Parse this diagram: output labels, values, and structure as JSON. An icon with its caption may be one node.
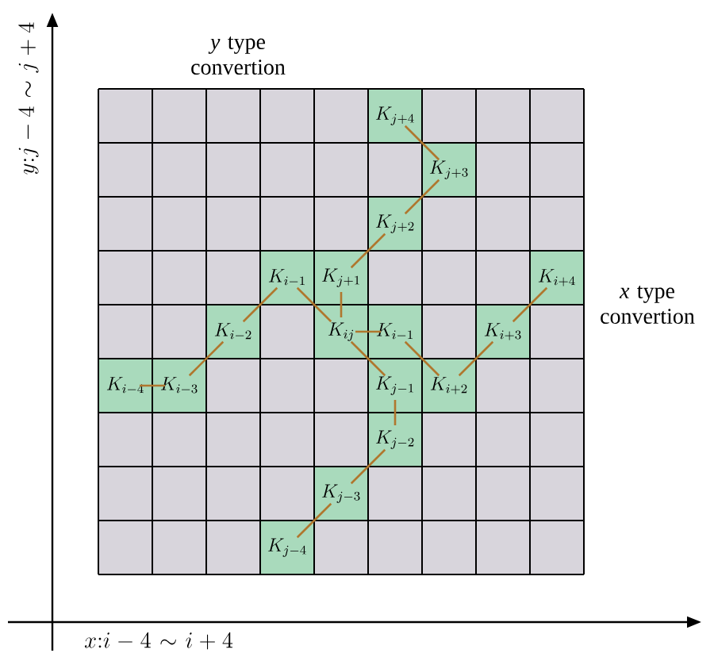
{
  "diagram": {
    "nodes": [
      {
        "text": [
          "K_{j+4}"
        ]
      },
      {
        "text": [
          "K_{j+3}"
        ]
      },
      {
        "text": [
          "K_{j+2}"
        ]
      },
      {
        "text": [
          "K_{i-1}"
        ]
      },
      {
        "text": [
          "K_{j+1}"
        ]
      },
      {
        "text": [
          "K_{i+4}"
        ]
      },
      {
        "text": [
          "K_{i-2}"
        ]
      },
      {
        "text": [
          "K_{ij}"
        ]
      },
      {
        "text": [
          "K_{i-1}"
        ]
      },
      {
        "text": [
          "K_{i+3}"
        ]
      },
      {
        "text": [
          "K_{i-4}"
        ]
      },
      {
        "text": [
          "K_{i-3}"
        ]
      },
      {
        "text": [
          "K_{j-1}"
        ]
      },
      {
        "text": [
          "K_{i+2}"
        ]
      },
      {
        "text": [
          "K_{j-2}"
        ]
      },
      {
        "text": [
          "K_{j-3}"
        ]
      },
      {
        "text": [
          "K_{j-4}"
        ]
      }
    ],
    "edges": [
      {
        "from": 10,
        "to": 11,
        "arrow": "none"
      },
      {
        "from": 11,
        "to": 6,
        "arrow": "none"
      },
      {
        "from": 6,
        "to": 3,
        "arrow": "none"
      },
      {
        "from": 3,
        "to": 7,
        "arrow": "none"
      },
      {
        "from": 7,
        "to": 8,
        "arrow": "none"
      },
      {
        "from": 8,
        "to": 13,
        "arrow": "none"
      },
      {
        "from": 13,
        "to": 9,
        "arrow": "none"
      },
      {
        "from": 9,
        "to": 5,
        "arrow": "none"
      },
      {
        "from": 0,
        "to": 1,
        "arrow": "none"
      },
      {
        "from": 1,
        "to": 2,
        "arrow": "none"
      },
      {
        "from": 2,
        "to": 4,
        "arrow": "none"
      },
      {
        "from": 4,
        "to": 7,
        "arrow": "none"
      },
      {
        "from": 7,
        "to": 12,
        "arrow": "none"
      },
      {
        "from": 12,
        "to": 14,
        "arrow": "none"
      },
      {
        "from": 14,
        "to": 15,
        "arrow": "none"
      },
      {
        "from": 15,
        "to": 16,
        "arrow": "none"
      }
    ],
    "labels": [
      "*y* type convertion",
      "*x* type convertion",
      "y{:}j-4\\sim j+4",
      "x{:}i-4\\sim i+4"
    ]
  }
}
